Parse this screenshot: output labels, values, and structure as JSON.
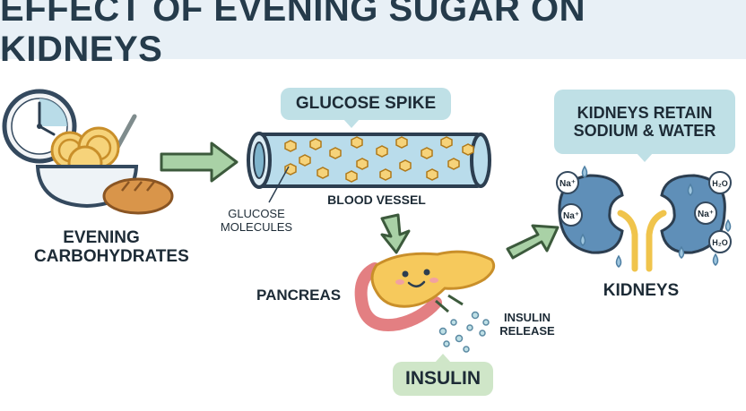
{
  "title": "EFFECT OF EVENING SUGAR ON KIDNEYS",
  "labels": {
    "evening_carbs": "EVENING\nCARBOHYDRATES",
    "glucose_spike": "GLUCOSE SPIKE",
    "blood_vessel": "BLOOD VESSEL",
    "glucose_molecules": "GLUCOSE\nMOLECULES",
    "pancreas": "PANCREAS",
    "insulin_release": "INSULIN\nRELEASE",
    "insulin": "INSULIN",
    "kidneys_retain": "KIDNEYS RETAIN\nSODIUM & WATER",
    "kidneys": "KIDNEYS"
  },
  "ions": {
    "sodium": "Na⁺",
    "water": "H₂O"
  },
  "colors": {
    "title_bg": "#e8f0f6",
    "title_text": "#253b4b",
    "arrow_green": "#a9d1a6",
    "callout_blue": "#bfe0e6",
    "callout_green": "#cfe6c8",
    "kidney_blue": "#5f8fb8",
    "pancreas_yellow": "#f6c95c",
    "vessel_blue": "#b9dceb"
  },
  "icons": [
    "clock-icon",
    "pasta-bowl-icon",
    "bread-icon",
    "blood-vessel-icon",
    "pancreas-icon",
    "kidney-icon",
    "water-drop-icon"
  ]
}
